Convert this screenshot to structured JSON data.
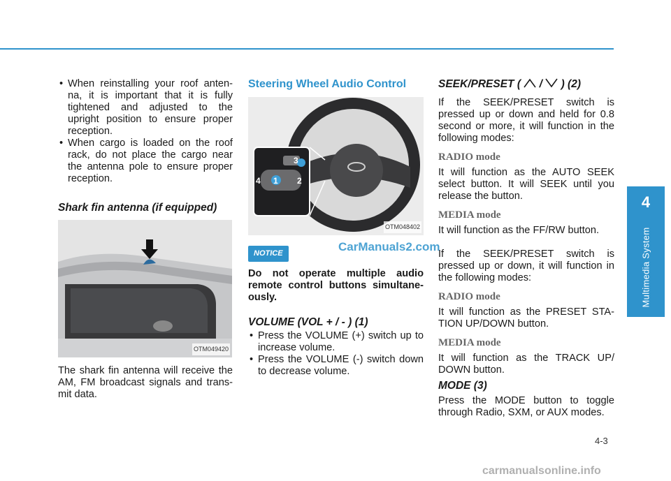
{
  "col1": {
    "bullets": [
      "When reinstalling your roof anten-na, it is important that it is fully tightened and adjusted to the upright position to ensure proper reception.",
      "When cargo is loaded on the roof rack, do not place the cargo near the antenna pole to ensure proper reception."
    ],
    "shark_heading": "Shark fin antenna (if equipped)",
    "figure_label": "OTM049420",
    "shark_text": "The shark fin antenna will receive the AM, FM broadcast signals and trans-mit data."
  },
  "col2": {
    "heading": "Steering Wheel Audio Control",
    "figure_label": "OTM048402",
    "callouts": [
      "1",
      "2",
      "3",
      "4"
    ],
    "notice_label": "NOTICE",
    "notice_text": "Do not operate multiple audio remote control buttons simultane-ously.",
    "volume_heading": "VOLUME (VOL + / - ) (1)",
    "volume_bullets": [
      "Press the VOLUME (+) switch up to increase volume.",
      "Press the VOLUME (-) switch down to decrease volume."
    ]
  },
  "col3": {
    "seek_heading_prefix": "SEEK/PRESET (",
    "seek_heading_mid": "/",
    "seek_heading_suffix": ") (2)",
    "seek_intro": "If the SEEK/PRESET switch is pressed up or down and held for 0.8 second or more, it will function in the following modes:",
    "radio_mode_1": "RADIO mode",
    "radio_text_1": "It will function as the AUTO SEEK select button. It will SEEK until you release the button.",
    "media_mode_1": "MEDIA mode",
    "media_text_1": "It will function as the FF/RW button.",
    "seek_press": "If the SEEK/PRESET switch is pressed up or down, it will function in the following modes:",
    "radio_mode_2": "RADIO mode",
    "radio_text_2": "It will function as the PRESET STA-TION UP/DOWN button.",
    "media_mode_2": "MEDIA mode",
    "media_text_2": "It will function as the TRACK UP/ DOWN button.",
    "mode_heading": "MODE (3)",
    "mode_text": "Press the MODE button to toggle through Radio, SXM, or AUX modes."
  },
  "side_tab": {
    "number": "4",
    "label": "Multimedia System"
  },
  "page_number": "4-3",
  "watermark": "CarManuals2.com",
  "bottom_watermark": "carmanualsonline.info"
}
